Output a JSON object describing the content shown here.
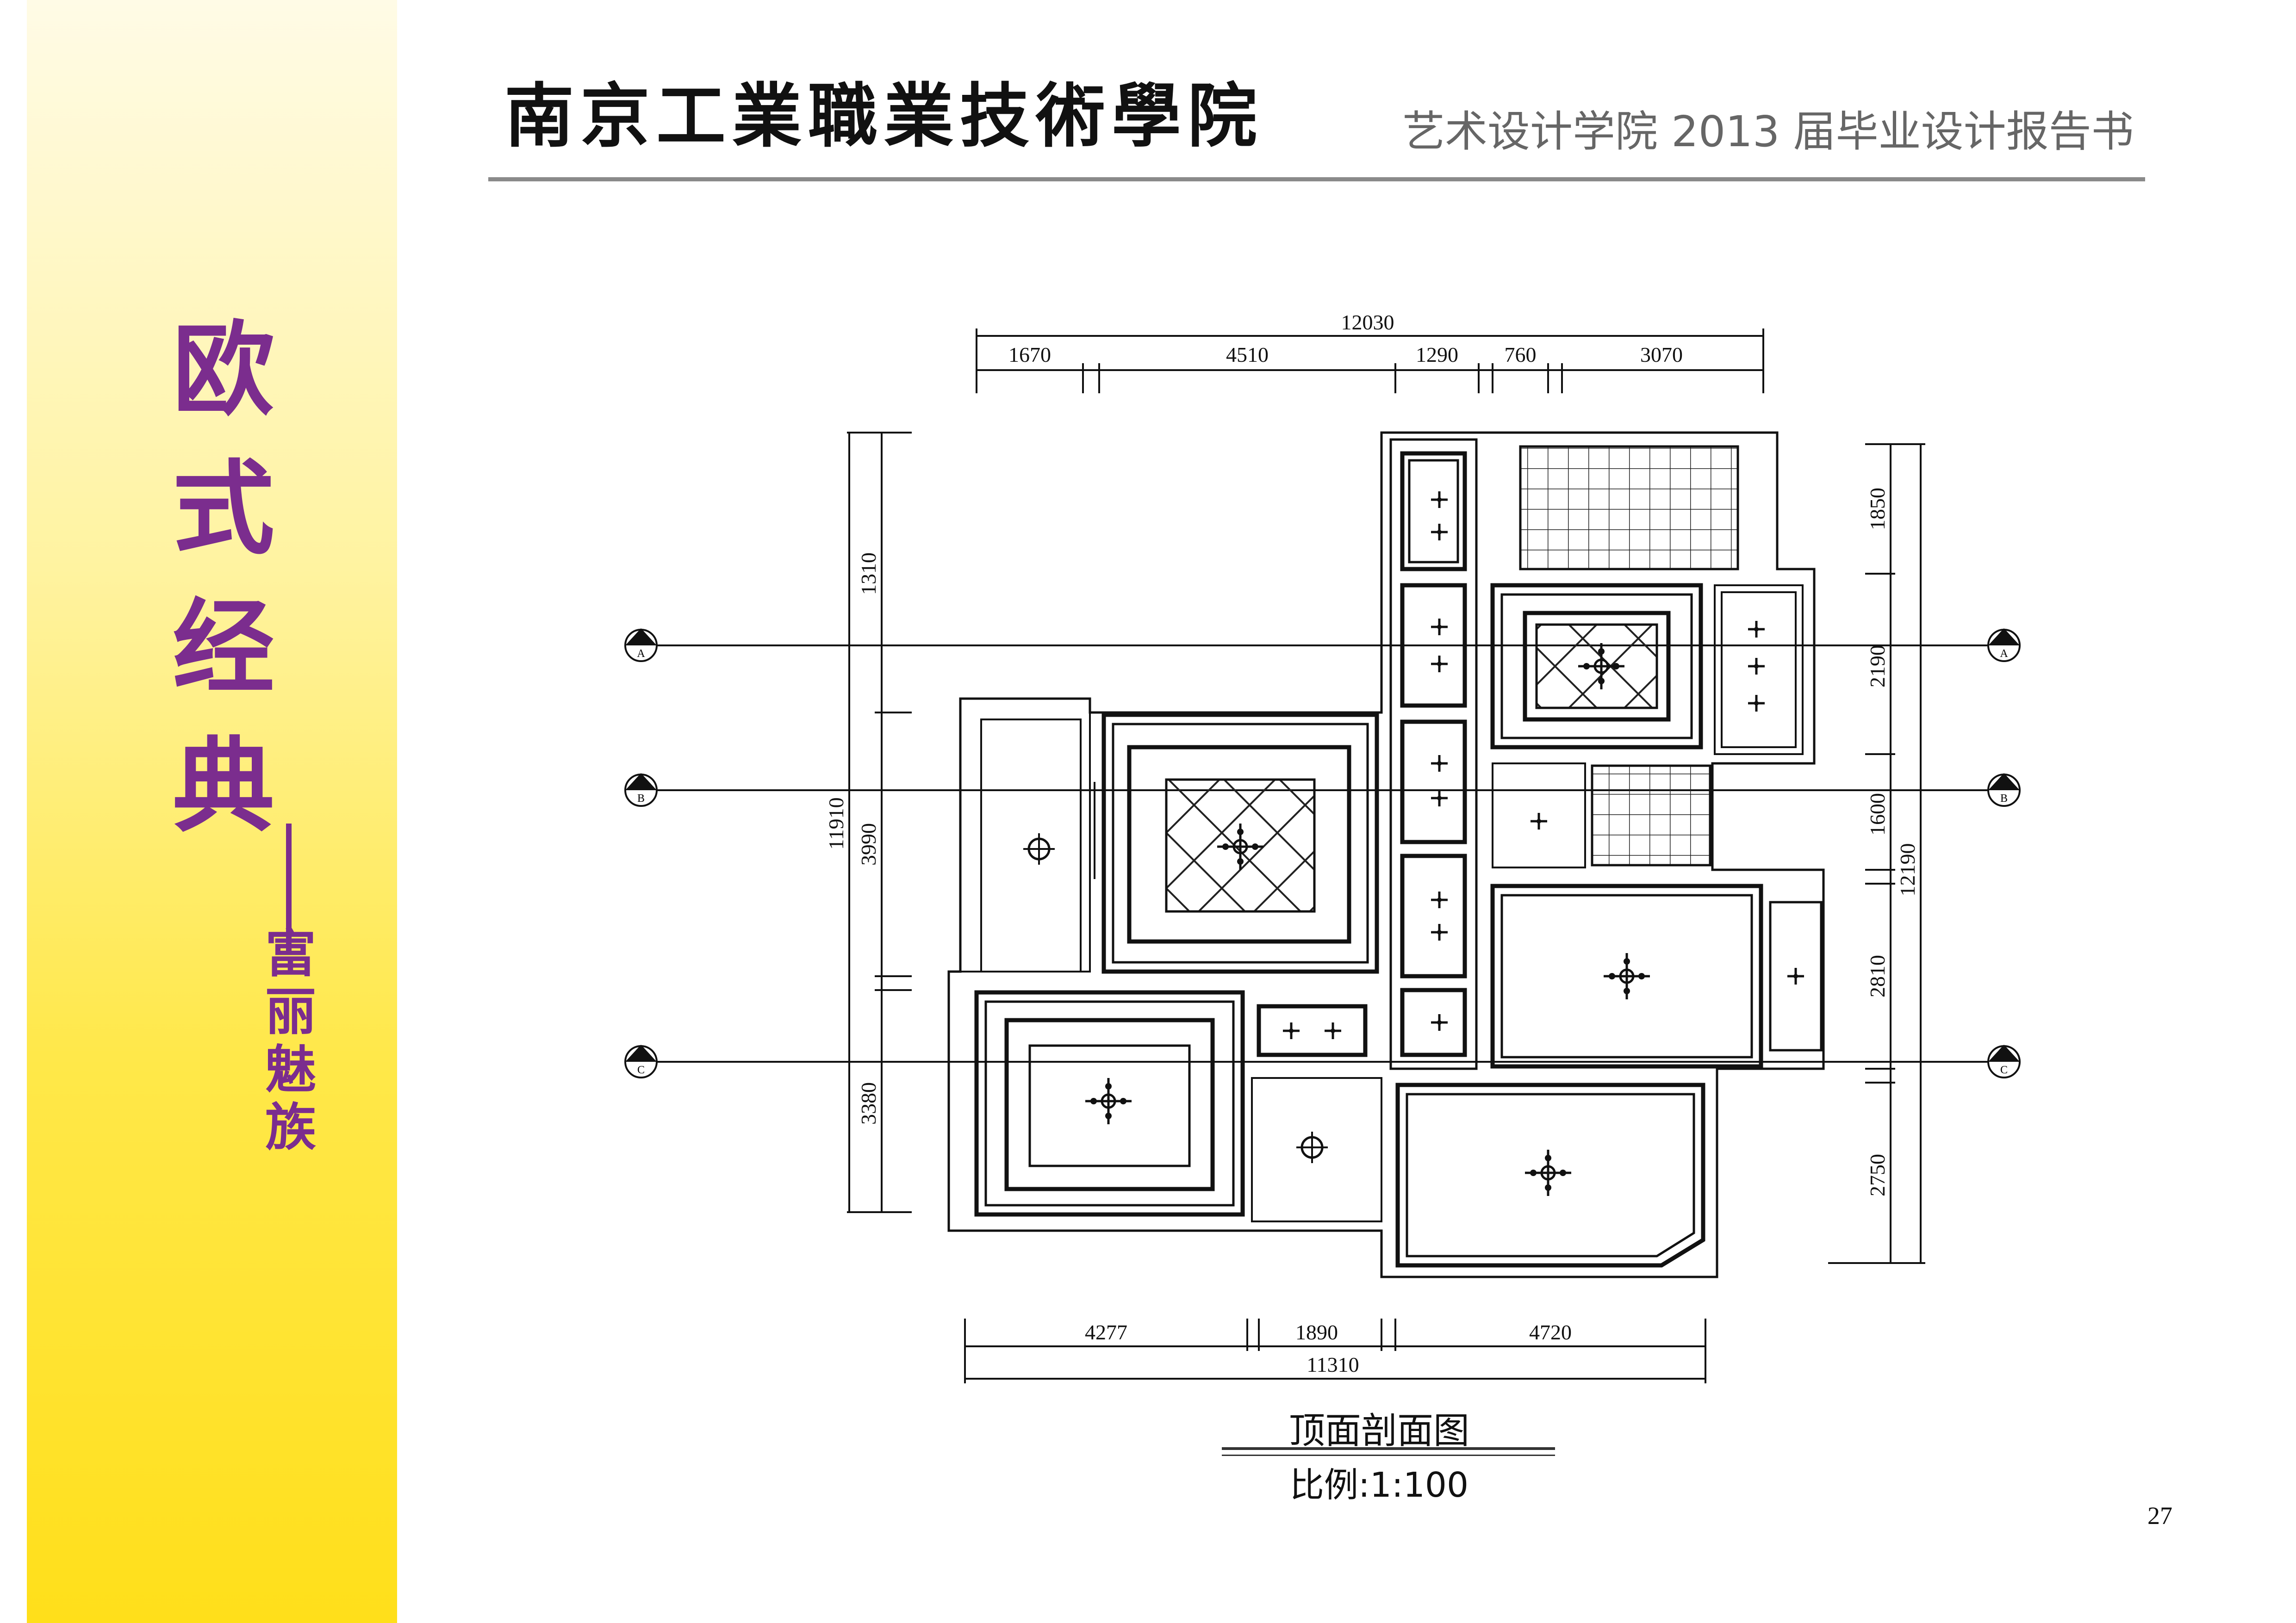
{
  "sidebar": {
    "title_chars": [
      "欧",
      "式",
      "经",
      "典"
    ],
    "subtitle_chars": [
      "富",
      "丽",
      "魅",
      "族"
    ]
  },
  "header": {
    "school_name": "南京工業職業技術學院",
    "report_title": "艺术设计学院 2013 届毕业设计报告书"
  },
  "plan": {
    "top_dims": {
      "total": "12030",
      "segments": [
        "1670",
        "4510",
        "1290",
        "760",
        "3070"
      ]
    },
    "bottom_dims": {
      "total": "11310",
      "segments": [
        "4277",
        "1890",
        "4720"
      ]
    },
    "left_dims": {
      "total": "11910",
      "segments": [
        "1310",
        "3990",
        "3380"
      ]
    },
    "right_dims": {
      "total": "12190",
      "segments": [
        "1850",
        "2190",
        "1600",
        "2810",
        "2750"
      ]
    },
    "section_markers": {
      "left": [
        "A",
        "B",
        "C"
      ],
      "right": [
        "A",
        "B",
        "C"
      ]
    }
  },
  "caption": {
    "title": "顶面剖面图",
    "scale": "比例:1:100"
  },
  "page_number": "27"
}
